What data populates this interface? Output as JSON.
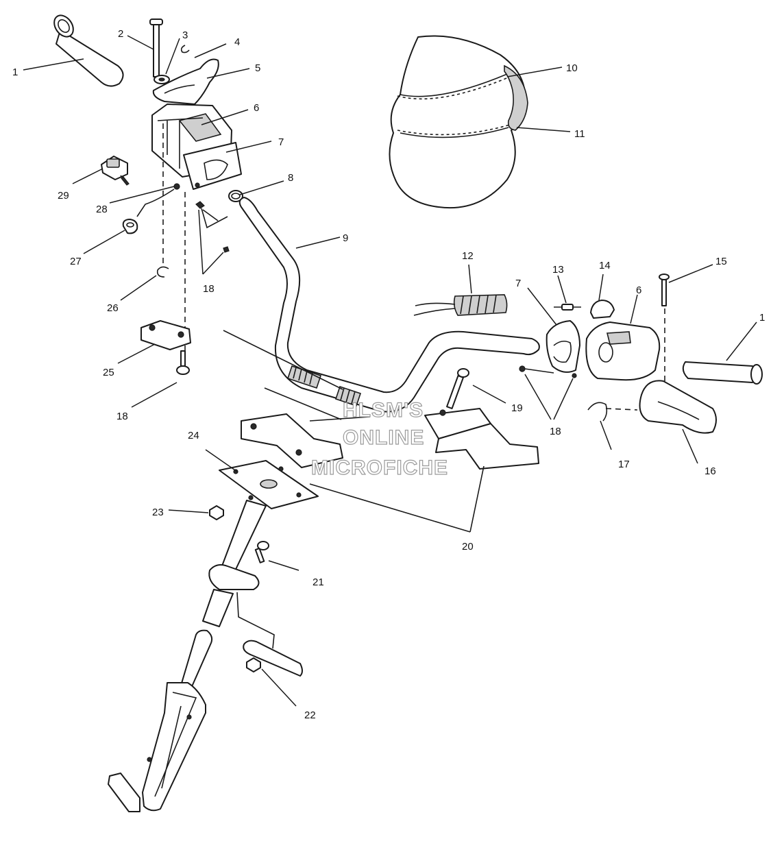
{
  "watermark": {
    "line1": "HLSM'S",
    "line2": "ONLINE",
    "line3": "MICROFICHE"
  },
  "callouts": [
    {
      "id": "c1a",
      "label": "1"
    },
    {
      "id": "c2",
      "label": "2"
    },
    {
      "id": "c3",
      "label": "3"
    },
    {
      "id": "c4",
      "label": "4"
    },
    {
      "id": "c5",
      "label": "5"
    },
    {
      "id": "c6a",
      "label": "6"
    },
    {
      "id": "c7a",
      "label": "7"
    },
    {
      "id": "c8",
      "label": "8"
    },
    {
      "id": "c9",
      "label": "9"
    },
    {
      "id": "c10",
      "label": "10"
    },
    {
      "id": "c11",
      "label": "11"
    },
    {
      "id": "c12",
      "label": "12"
    },
    {
      "id": "c13",
      "label": "13"
    },
    {
      "id": "c14",
      "label": "14"
    },
    {
      "id": "c15",
      "label": "15"
    },
    {
      "id": "c16",
      "label": "16"
    },
    {
      "id": "c17",
      "label": "17"
    },
    {
      "id": "c18a",
      "label": "18"
    },
    {
      "id": "c18b",
      "label": "18"
    },
    {
      "id": "c18c",
      "label": "18"
    },
    {
      "id": "c19",
      "label": "19"
    },
    {
      "id": "c20",
      "label": "20"
    },
    {
      "id": "c21",
      "label": "21"
    },
    {
      "id": "c22",
      "label": "22"
    },
    {
      "id": "c23",
      "label": "23"
    },
    {
      "id": "c24",
      "label": "24"
    },
    {
      "id": "c25",
      "label": "25"
    },
    {
      "id": "c26",
      "label": "26"
    },
    {
      "id": "c27",
      "label": "27"
    },
    {
      "id": "c28",
      "label": "28"
    },
    {
      "id": "c29",
      "label": "29"
    },
    {
      "id": "c6b",
      "label": "6"
    },
    {
      "id": "c7b",
      "label": "7"
    },
    {
      "id": "c1b",
      "label": "1"
    }
  ]
}
